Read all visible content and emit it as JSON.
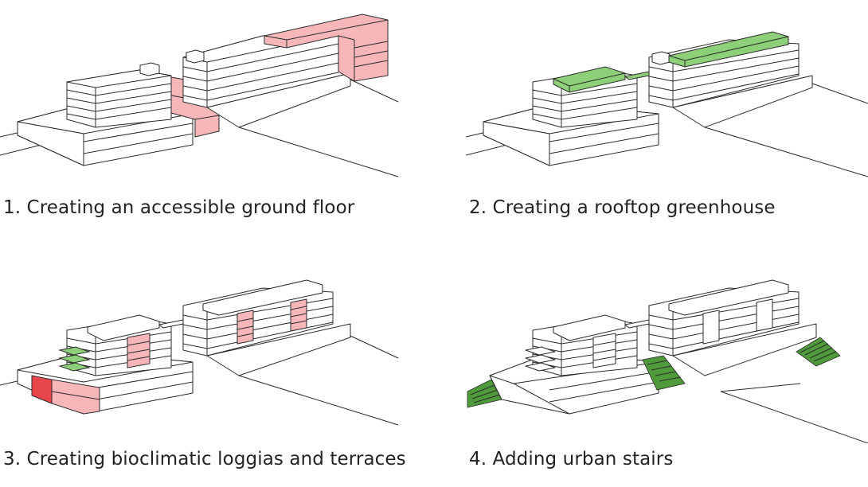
{
  "captions": {
    "step1": "1. Creating an accessible ground floor",
    "step2": "2. Creating a rooftop greenhouse",
    "step3": "3. Creating bioclimatic loggias and terraces",
    "step4": "4. Adding urban stairs"
  },
  "colors": {
    "intervention_pink": "#f7b7b9",
    "intervention_red": "#e8464d",
    "greenery": "#8ed07a",
    "stairs": "#4f9a3b",
    "line": "#2a2a2a"
  }
}
